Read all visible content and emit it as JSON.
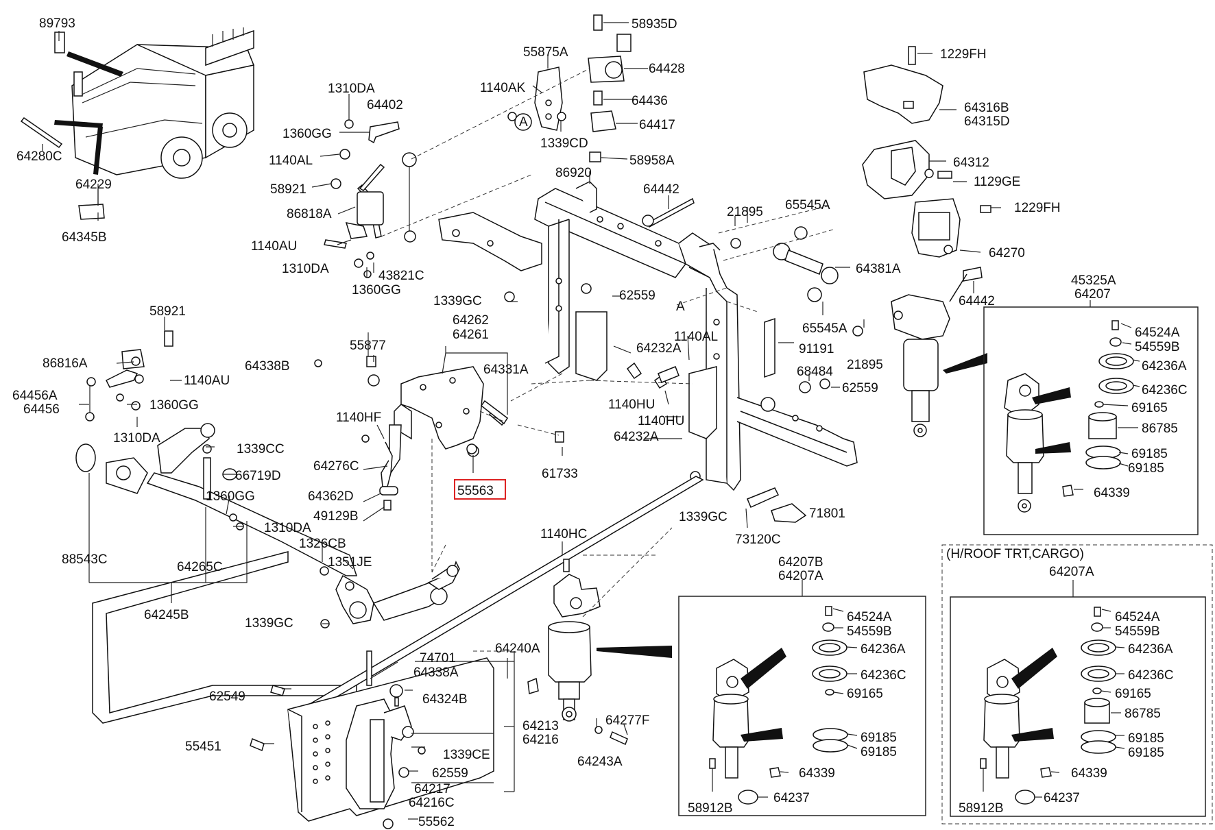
{
  "labels": {
    "l89793": "89793",
    "l64280C": "64280C",
    "l64229": "64229",
    "l64345B": "64345B",
    "l1310DA_a": "1310DA",
    "l64402": "64402",
    "l1360GG_a": "1360GG",
    "l1140AL_a": "1140AL",
    "l58921_a": "58921",
    "l86818A": "86818A",
    "l1140AU_a": "1140AU",
    "l1310DA_b": "1310DA",
    "l43821C": "43821C",
    "l1360GG_b": "1360GG",
    "l58935D": "58935D",
    "l55875A": "55875A",
    "l64428": "64428",
    "l1140AK": "1140AK",
    "l64436": "64436",
    "l64417": "64417",
    "l1339CD": "1339CD",
    "l58958A": "58958A",
    "lA_1": "A",
    "lA_2": "A",
    "l86920": "86920",
    "l64442_a": "64442",
    "l21895_a": "21895",
    "l65545A_a": "65545A",
    "l1229FH_a": "1229FH",
    "l64316B": "64316B",
    "l64315D": "64315D",
    "l64312": "64312",
    "l1129GE": "1129GE",
    "l1229FH_b": "1229FH",
    "l64270": "64270",
    "l64381A": "64381A",
    "l64442_b": "64442",
    "l65545A_b": "65545A",
    "l21895_b": "21895",
    "l1339GC_a": "1339GC",
    "l62559_a": "62559",
    "l64262": "64262",
    "l64261": "64261",
    "l64331A": "64331A",
    "l64232A_a": "64232A",
    "l1140AL_b": "1140AL",
    "l91191": "91191",
    "l68484": "68484",
    "l62559_b": "62559",
    "l1140HU_a": "1140HU",
    "l1140HU_b": "1140HU",
    "l64232A_b": "64232A",
    "l58921_b": "58921",
    "l86816A": "86816A",
    "l1140AU_b": "1140AU",
    "l64456A": "64456A",
    "l64456": "64456",
    "l1360GG_c": "1360GG",
    "l1310DA_c": "1310DA",
    "l64338B": "64338B",
    "l55877": "55877",
    "l1140HF": "1140HF",
    "l64276C": "64276C",
    "l64362D": "64362D",
    "l49129B": "49129B",
    "l55563": "55563",
    "l61733": "61733",
    "l1339CC": "1339CC",
    "l66719D": "66719D",
    "l1360GG_d": "1360GG",
    "l1310DA_d": "1310DA",
    "l88543C": "88543C",
    "l64265C": "64265C",
    "l64245B": "64245B",
    "l1326CB": "1326CB",
    "l1351JE": "1351JE",
    "l1339GC_b": "1339GC",
    "l1140HC": "1140HC",
    "l73120C": "73120C",
    "l1339GC_c": "1339GC",
    "l71801": "71801",
    "l74701": "74701",
    "l64338A": "64338A",
    "l64240A": "64240A",
    "l62549": "62549",
    "l64324B": "64324B",
    "l55451": "55451",
    "l1339CE": "1339CE",
    "l64213": "64213",
    "l64216": "64216",
    "l62559_c": "62559",
    "l64217": "64217",
    "l64216C": "64216C",
    "l55562": "55562",
    "l64277F": "64277F",
    "l64243A": "64243A",
    "l45325A": "45325A",
    "l64207": "64207",
    "l64524A_1": "64524A",
    "l54559B_1": "54559B",
    "l64236A_1": "64236A",
    "l64236C_1": "64236C",
    "l69165_1": "69165",
    "l86785_1": "86785",
    "l69185_1a": "69185",
    "l69185_1b": "69185",
    "l64339_1": "64339",
    "l64207B": "64207B",
    "l64207A_2": "64207A",
    "l64524A_2": "64524A",
    "l54559B_2": "54559B",
    "l64236A_2": "64236A",
    "l64236C_2": "64236C",
    "l69165_2": "69165",
    "l69185_2a": "69185",
    "l69185_2b": "69185",
    "l64339_2": "64339",
    "l58912B_2": "58912B",
    "l64237_2": "64237",
    "l_hroof": "(H/ROOF TRT,CARGO)",
    "l64207A_3": "64207A",
    "l64524A_3": "64524A",
    "l54559B_3": "54559B",
    "l64236A_3": "64236A",
    "l64236C_3": "64236C",
    "l69165_3": "69165",
    "l86785_3": "86785",
    "l69185_3a": "69185",
    "l69185_3b": "69185",
    "l64339_3": "64339",
    "l58912B_3": "58912B",
    "l64237_3": "64237"
  },
  "highlighted_part": "55563"
}
